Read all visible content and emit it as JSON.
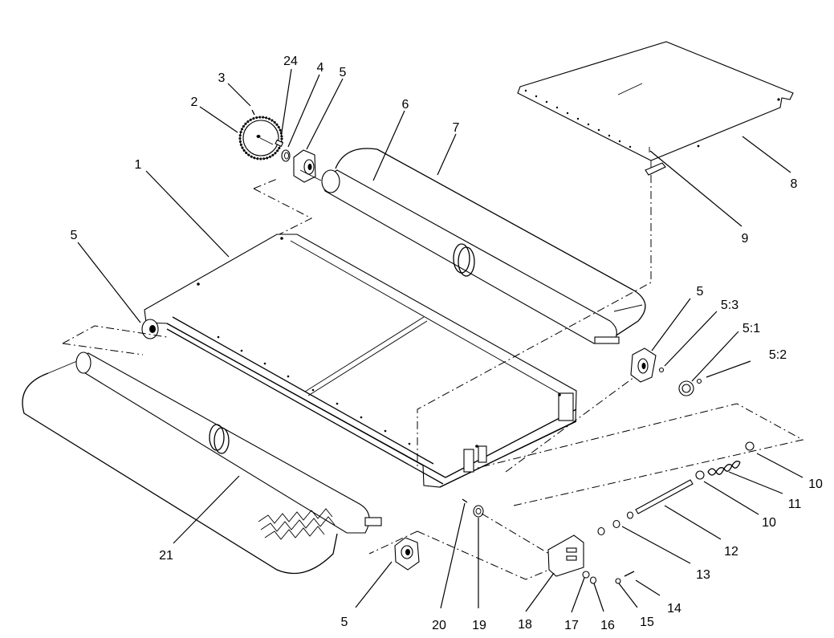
{
  "callouts": [
    {
      "id": "c1",
      "label": "1"
    },
    {
      "id": "c2",
      "label": "2"
    },
    {
      "id": "c3",
      "label": "3"
    },
    {
      "id": "c24",
      "label": "24"
    },
    {
      "id": "c4",
      "label": "4"
    },
    {
      "id": "c5a",
      "label": "5"
    },
    {
      "id": "c6",
      "label": "6"
    },
    {
      "id": "c7",
      "label": "7"
    },
    {
      "id": "c8",
      "label": "8"
    },
    {
      "id": "c9",
      "label": "9"
    },
    {
      "id": "c5b",
      "label": "5"
    },
    {
      "id": "c5c",
      "label": "5"
    },
    {
      "id": "c53",
      "label": "5:3"
    },
    {
      "id": "c51",
      "label": "5:1"
    },
    {
      "id": "c52",
      "label": "5:2"
    },
    {
      "id": "c10a",
      "label": "10"
    },
    {
      "id": "c11",
      "label": "11"
    },
    {
      "id": "c10b",
      "label": "10"
    },
    {
      "id": "c12",
      "label": "12"
    },
    {
      "id": "c13",
      "label": "13"
    },
    {
      "id": "c14",
      "label": "14"
    },
    {
      "id": "c15",
      "label": "15"
    },
    {
      "id": "c16",
      "label": "16"
    },
    {
      "id": "c17",
      "label": "17"
    },
    {
      "id": "c18",
      "label": "18"
    },
    {
      "id": "c19",
      "label": "19"
    },
    {
      "id": "c20",
      "label": "20"
    },
    {
      "id": "c5d",
      "label": "5"
    },
    {
      "id": "c21",
      "label": "21"
    }
  ]
}
